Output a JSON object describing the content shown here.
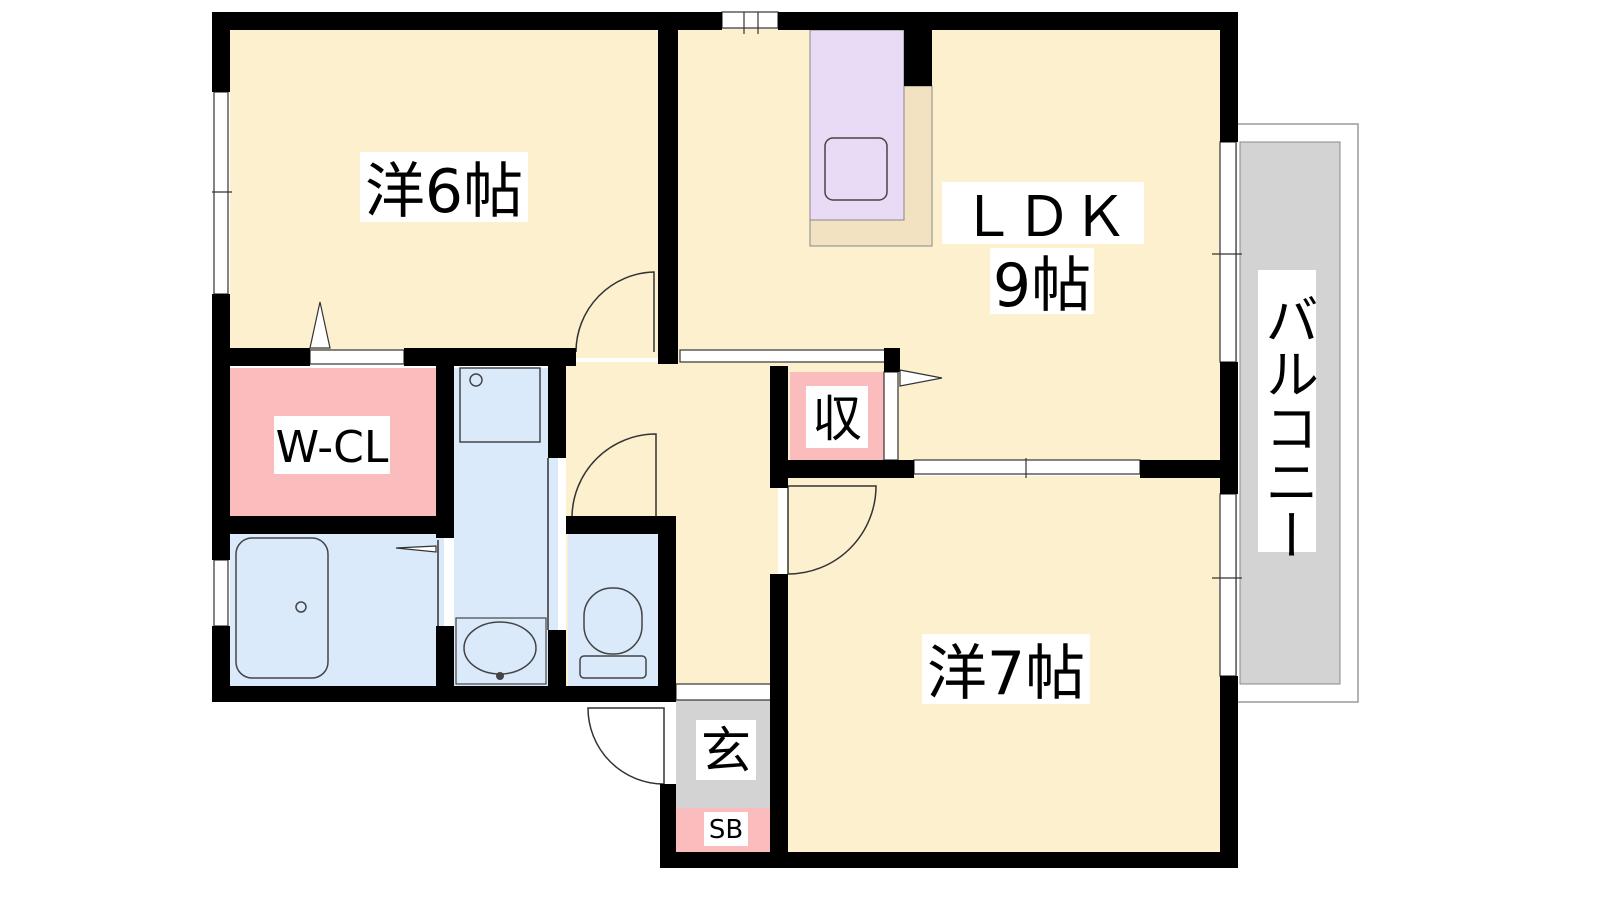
{
  "rooms": {
    "western_6": "洋6帖",
    "ldk_title": "ＬＤＫ",
    "ldk_size": "9帖",
    "western_7": "洋7帖",
    "walk_in_closet": "W-CL",
    "storage": "収",
    "entrance": "玄",
    "shoe_box": "SB",
    "balcony": "バルコニー"
  },
  "colors": {
    "room": "#fdf0cf",
    "wet_area": "#daeafb",
    "closet": "#fbbcbe",
    "kitchen": "#e9dbf5",
    "counter": "#f3e2c2",
    "entrance": "#d3d3d3",
    "balcony": "#d3d3d3",
    "wall": "#000000"
  }
}
